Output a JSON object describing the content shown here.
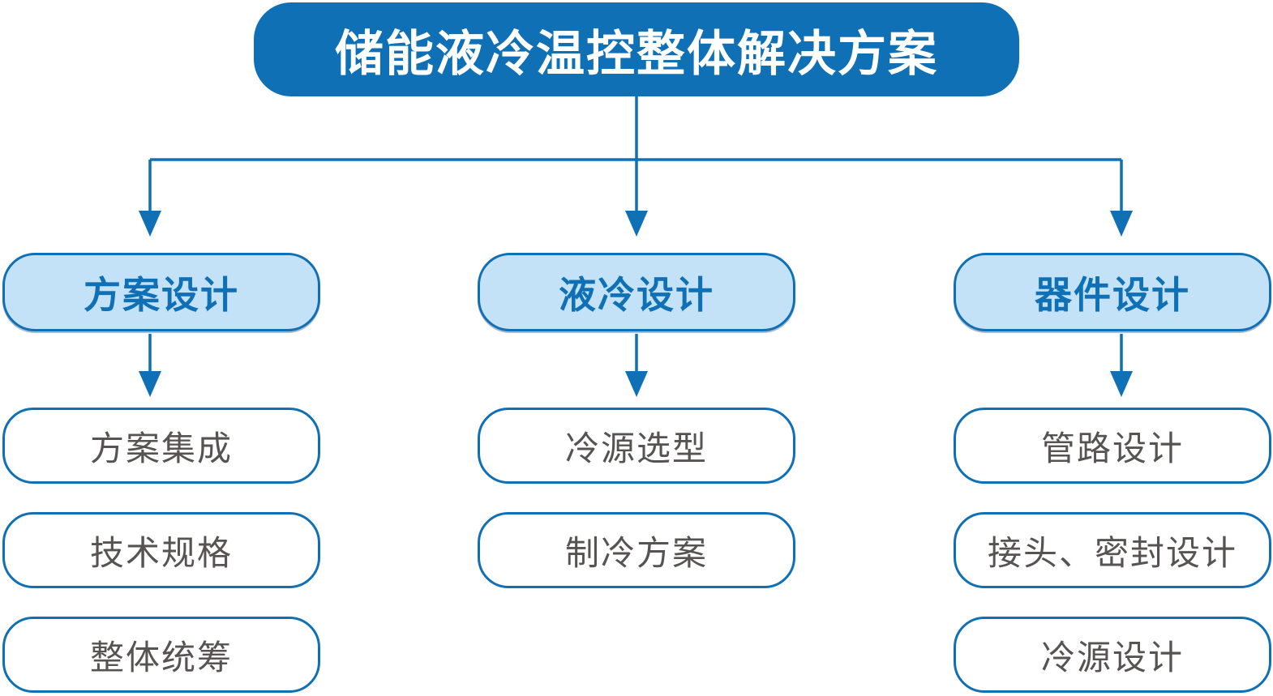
{
  "title": "储能液冷温控整体解决方案",
  "colors": {
    "blue": "#1070B5",
    "light-blue": "#C3E2F7",
    "leaf-text": "#585353",
    "bg": "#FFFFFF"
  },
  "branches": [
    {
      "label": "方案设计",
      "children": [
        "方案集成",
        "技术规格",
        "整体统筹"
      ]
    },
    {
      "label": "液冷设计",
      "children": [
        "冷源选型",
        "制冷方案"
      ]
    },
    {
      "label": "器件设计",
      "children": [
        "管路设计",
        "接头、密封设计",
        "冷源设计"
      ]
    }
  ]
}
